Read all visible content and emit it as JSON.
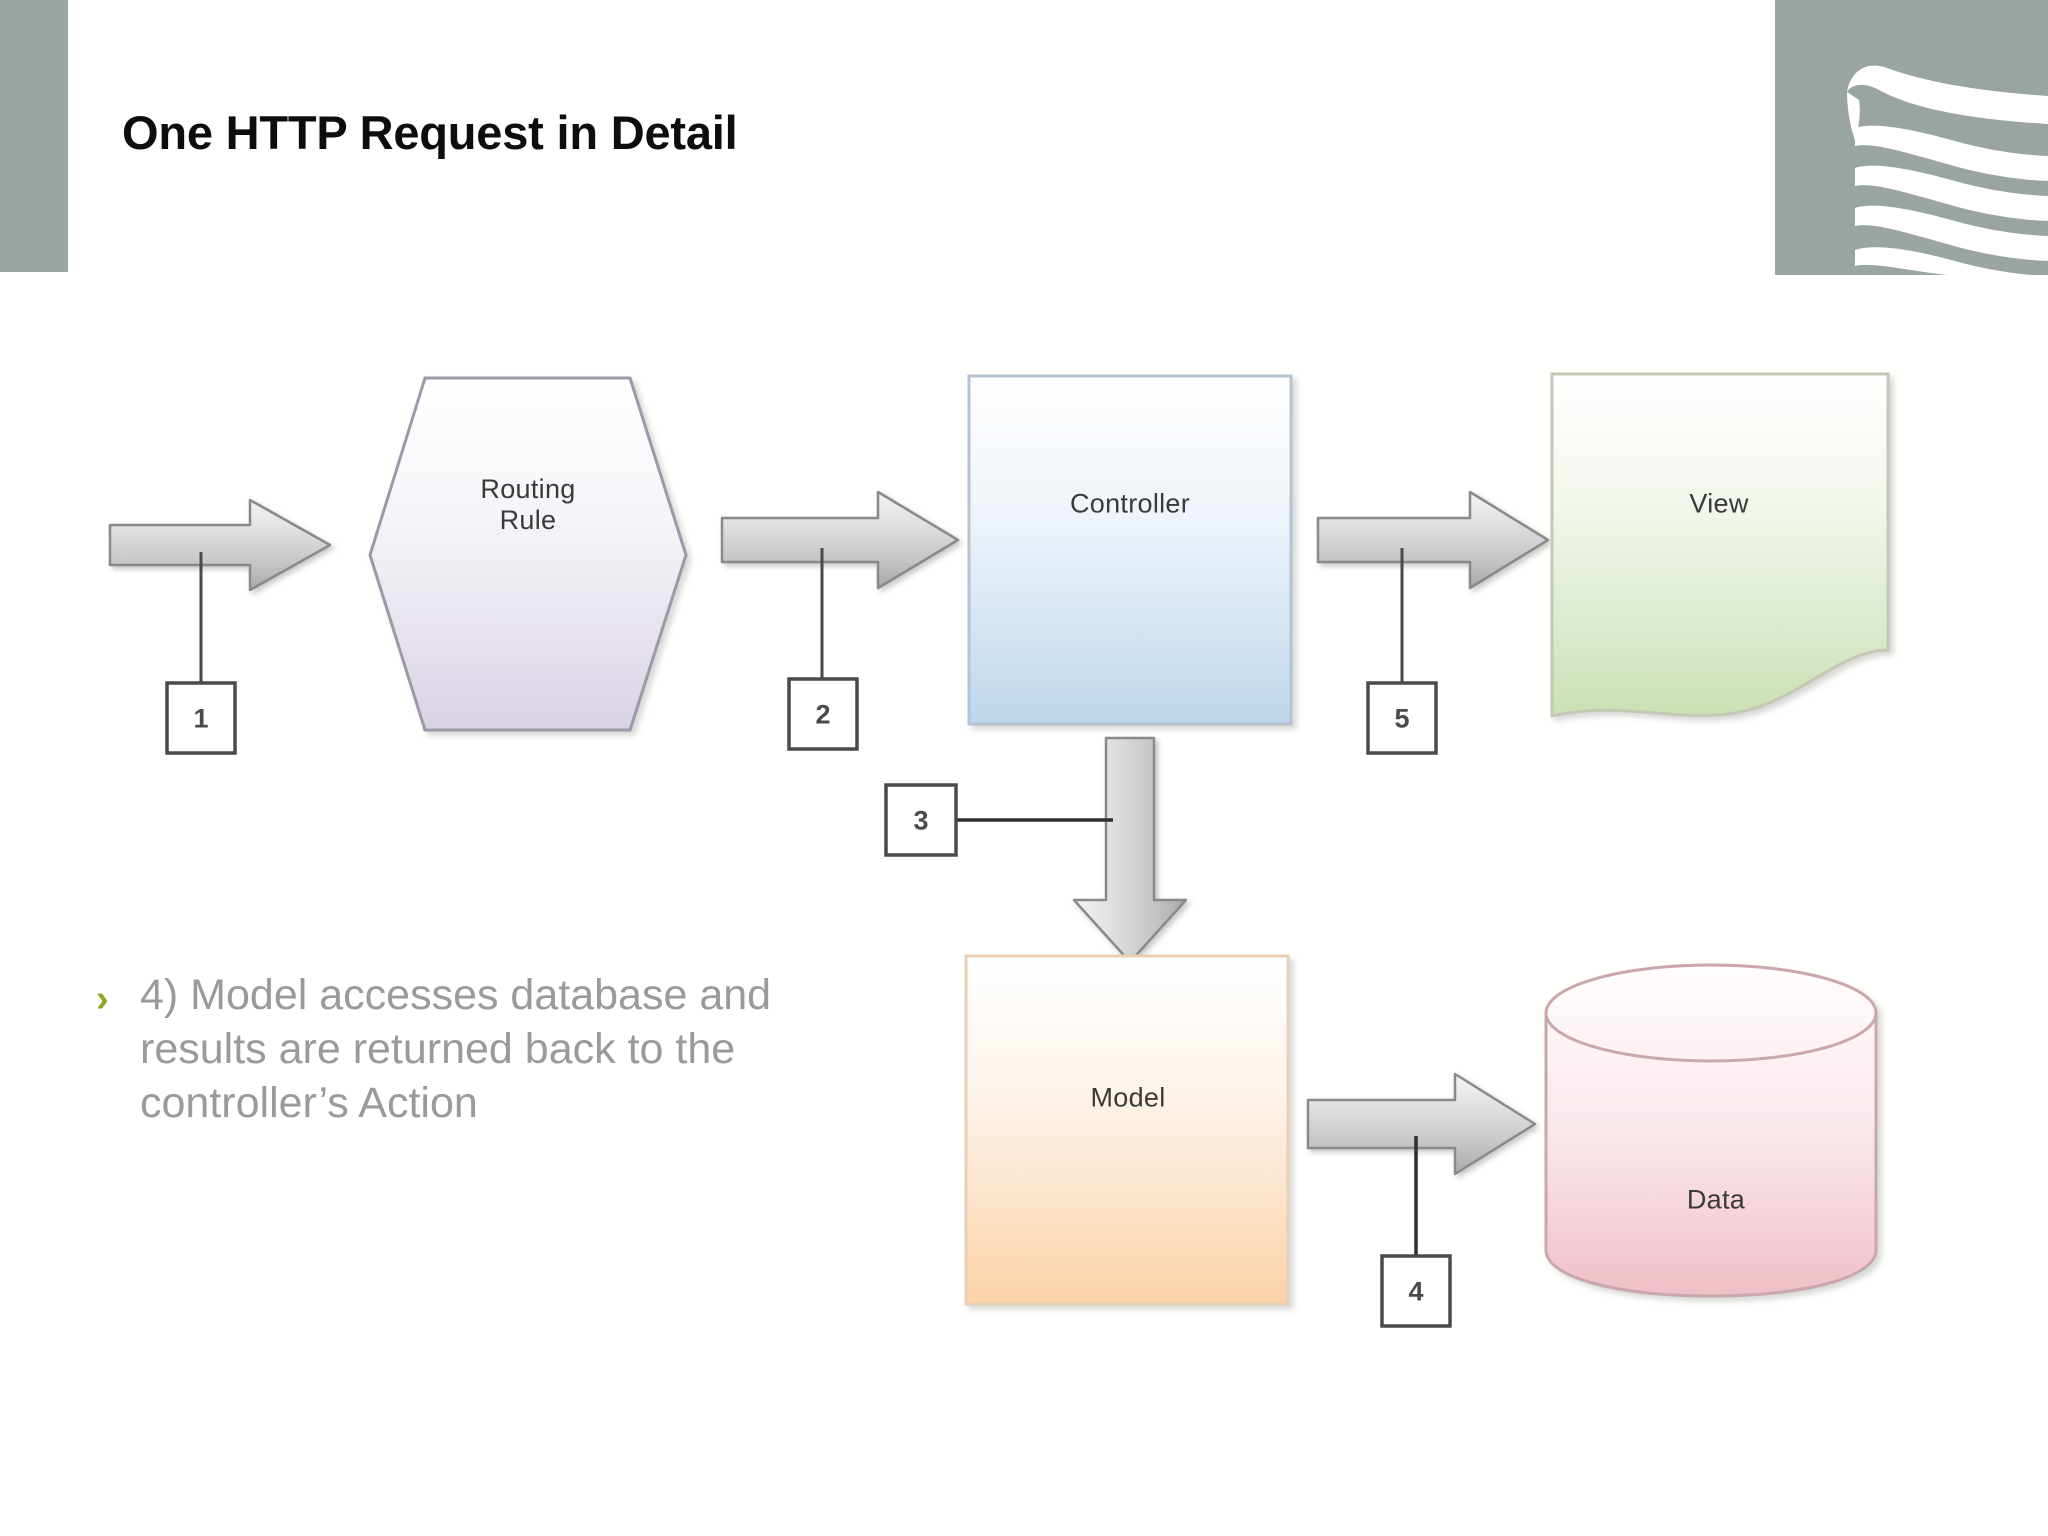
{
  "slide": {
    "title": "One HTTP Request in Detail",
    "logo_icon": "waving-flag-logo",
    "accent_gray": "#9ba59f",
    "bullet_marker_color": "#93a224",
    "body_text_color": "#9a9a9a"
  },
  "bullet": {
    "marker": "›",
    "text": "4) Model accesses database and results are returned back to the controller’s Action"
  },
  "diagram": {
    "type": "flowchart",
    "nodes": [
      {
        "id": "routing-rule",
        "label": "Routing Rule",
        "shape": "hexagon",
        "fill": "white-to-lavender"
      },
      {
        "id": "controller",
        "label": "Controller",
        "shape": "rectangle",
        "fill": "white-to-blue"
      },
      {
        "id": "view",
        "label": "View",
        "shape": "document",
        "fill": "white-to-green"
      },
      {
        "id": "model",
        "label": "Model",
        "shape": "rectangle",
        "fill": "white-to-orange"
      },
      {
        "id": "data",
        "label": "Data",
        "shape": "cylinder",
        "fill": "white-to-pink"
      }
    ],
    "labels": {
      "routing_rule_line1": "Routing",
      "routing_rule_line2": "Rule",
      "controller": "Controller",
      "view": "View",
      "model": "Model",
      "data": "Data"
    },
    "steps": [
      {
        "number": "1",
        "from": "request",
        "to": "routing-rule"
      },
      {
        "number": "2",
        "from": "routing-rule",
        "to": "controller"
      },
      {
        "number": "3",
        "from": "controller",
        "to": "model"
      },
      {
        "number": "4",
        "from": "model",
        "to": "data"
      },
      {
        "number": "5",
        "from": "controller",
        "to": "view"
      }
    ],
    "step_numbers": {
      "one": "1",
      "two": "2",
      "three": "3",
      "four": "4",
      "five": "5"
    }
  }
}
